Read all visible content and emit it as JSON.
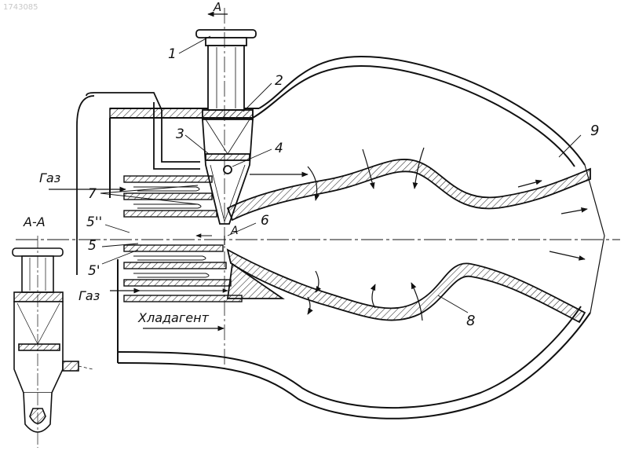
{
  "figure": {
    "watermark": "1743085",
    "section_marks": {
      "top": "A",
      "center": "A",
      "side_view": "A-A"
    },
    "labels": {
      "l1": "1",
      "l2": "2",
      "l3": "3",
      "l4": "4",
      "l5": "5",
      "l5p": "5'",
      "l5pp": "5''",
      "l6": "6",
      "l7": "7",
      "l8": "8",
      "l9": "9"
    },
    "flows": {
      "gas_top": "Газ",
      "gas_bottom": "Газ",
      "coolant": "Хладагент"
    },
    "colors": {
      "line": "#111111",
      "hatch": "#222222",
      "background": "#ffffff"
    }
  }
}
